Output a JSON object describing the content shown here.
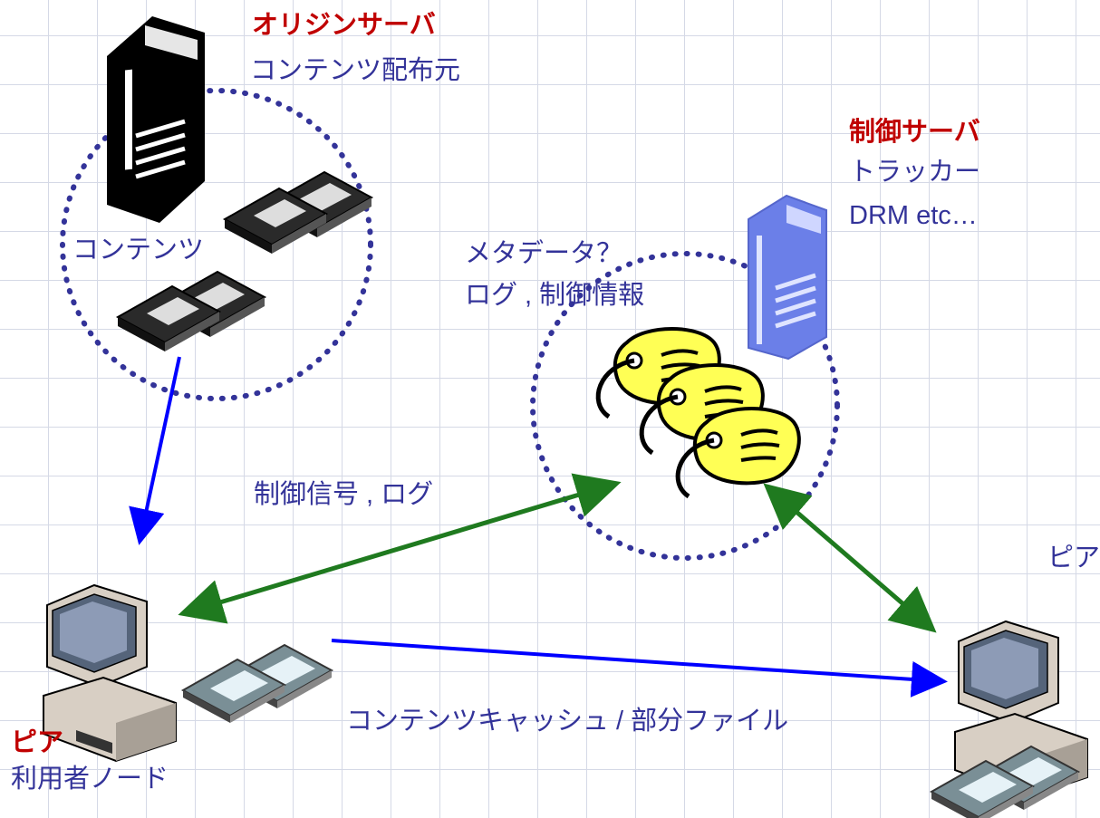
{
  "origin_server": {
    "title": "オリジンサーバ",
    "subtitle": "コンテンツ配布元"
  },
  "origin_contents_label": "コンテンツ",
  "control_server": {
    "title": "制御サーバ",
    "line1": "トラッカー",
    "line2": "DRM etc…"
  },
  "metadata": {
    "line1": "メタデータ？",
    "line2": "ログ , 制御情報"
  },
  "control_signal_label": "制御信号 , ログ",
  "cache_label": "コンテンツキャッシュ / 部分ファイル",
  "peer_left": {
    "title": "ピア",
    "subtitle": "利用者ノード"
  },
  "peer_right": {
    "title": "ピア"
  },
  "colors": {
    "title_red": "#c00000",
    "text_navy": "#333399",
    "content_flow_arrow": "#0000ff",
    "control_arrow": "#1f7a1f",
    "dotted_circle": "#333399",
    "control_server_fill": "#6b7fe8",
    "tag_fill": "#ffff55"
  }
}
